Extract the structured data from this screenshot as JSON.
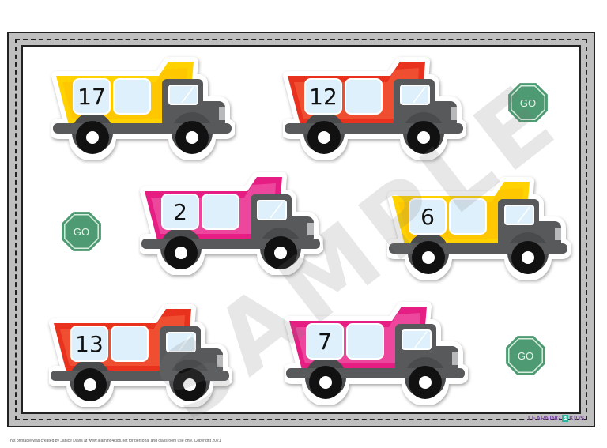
{
  "trucks": [
    {
      "number": "17",
      "color": "#FFD200",
      "shade": "#FFBF00"
    },
    {
      "number": "12",
      "color": "#E8321E",
      "shade": "#F5603C"
    },
    {
      "number": "2",
      "color": "#E61E84",
      "shade": "#F060AE"
    },
    {
      "number": "6",
      "color": "#FFD200",
      "shade": "#FFBF00"
    },
    {
      "number": "13",
      "color": "#E8321E",
      "shade": "#F5603C"
    },
    {
      "number": "7",
      "color": "#E61E84",
      "shade": "#F060AE"
    }
  ],
  "go_signs": [
    {
      "label": "GO"
    },
    {
      "label": "GO"
    },
    {
      "label": "GO"
    }
  ],
  "go_color": "#4E9A72",
  "watermark": "SAMPLE",
  "logo": {
    "part1": "LEARNING",
    "part2": "4",
    "part3": "KIDS"
  },
  "footer": "This printable was created by Janice Davis at www.learning4kids.net for personal and classroom use only.  Copyright 2021"
}
